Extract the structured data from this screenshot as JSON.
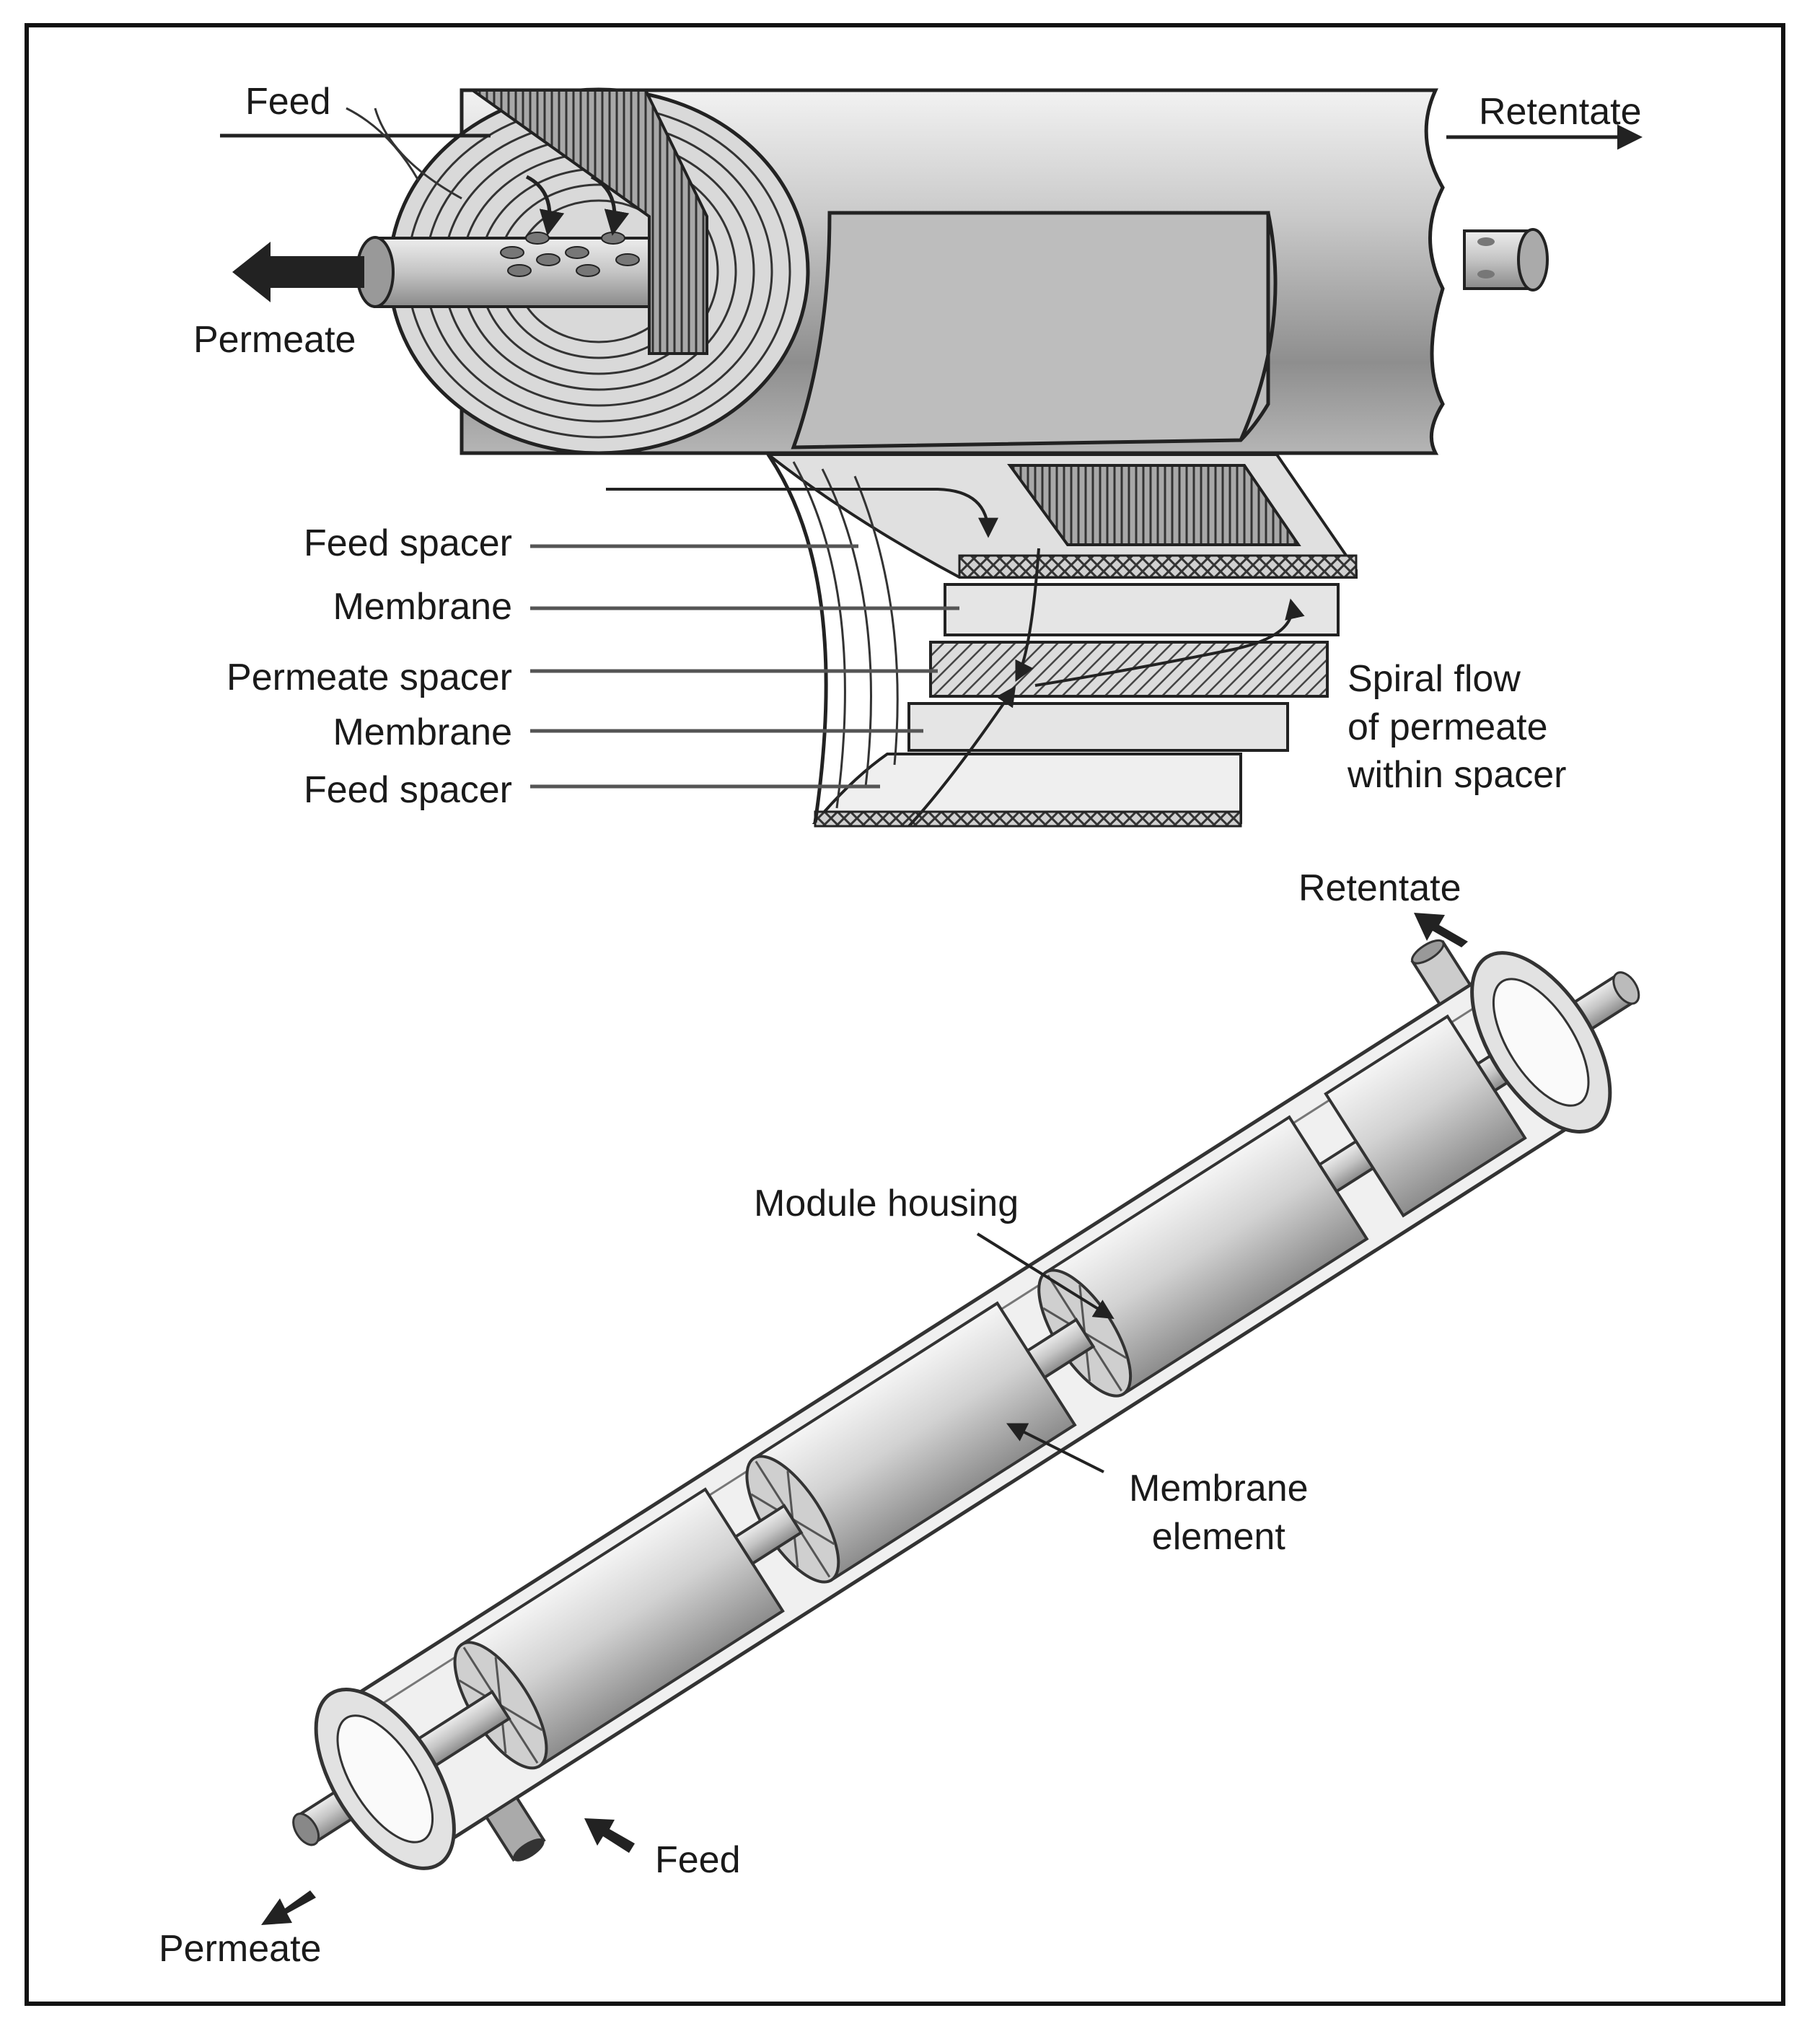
{
  "spiral_module": {
    "feed": "Feed",
    "retentate": "Retentate",
    "permeate": "Permeate",
    "layers": [
      "Feed spacer",
      "Membrane",
      "Permeate spacer",
      "Membrane",
      "Feed spacer"
    ],
    "spiral_flow": "Spiral flow\nof permeate\nwithin spacer"
  },
  "pressure_vessel": {
    "retentate": "Retentate",
    "module_housing": "Module housing",
    "membrane_element": "Membrane\nelement",
    "feed": "Feed",
    "permeate": "Permeate"
  },
  "colors": {
    "line": "#222222",
    "shade_light": "#e6e6e6",
    "shade_mid": "#bdbdbd",
    "shade_dark": "#7a7a7a"
  }
}
